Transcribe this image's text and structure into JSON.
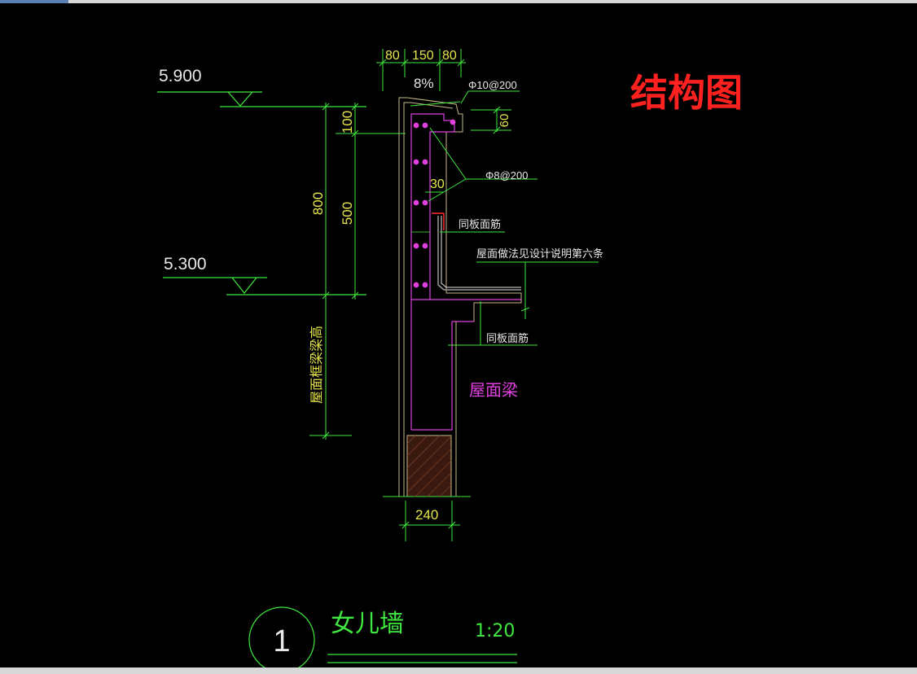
{
  "title": "结构图",
  "levels": {
    "top": "5.900",
    "mid": "5.300"
  },
  "dims": {
    "top_80_left": "80",
    "top_150": "150",
    "top_80_right": "80",
    "slope": "8%",
    "d100": "100",
    "d500": "500",
    "d800": "800",
    "d60": "60",
    "d30": "30",
    "d240": "240",
    "beam_height": "屋面框梁梁高"
  },
  "notes": {
    "rebar_top": "Φ10@200",
    "rebar_side": "Φ8@200",
    "slab_top_bar_1": "同板面筋",
    "roof_method": "屋面做法见设计说明第六条",
    "slab_top_bar_2": "同板面筋",
    "roof_beam": "屋面梁"
  },
  "caption": {
    "number": "1",
    "name": "女儿墙",
    "scale": "1:20"
  },
  "colors": {
    "green": "#3ee83e",
    "yellow": "#e6e64a",
    "magenta": "#e040e0",
    "red": "#ff2020",
    "white": "#e8e8e8"
  }
}
